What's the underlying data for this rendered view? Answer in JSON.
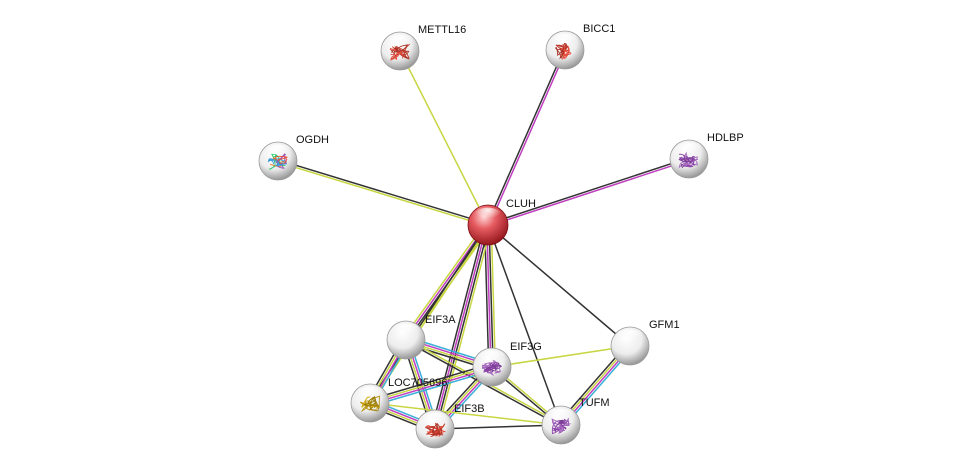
{
  "network": {
    "nodes": [
      {
        "id": "CLUH",
        "label": "CLUH",
        "query": true,
        "structure": "none"
      },
      {
        "id": "METTL16",
        "label": "METTL16",
        "query": false,
        "structure": "red"
      },
      {
        "id": "BICC1",
        "label": "BICC1",
        "query": false,
        "structure": "red"
      },
      {
        "id": "OGDH",
        "label": "OGDH",
        "query": false,
        "structure": "rainbow"
      },
      {
        "id": "HDLBP",
        "label": "HDLBP",
        "query": false,
        "structure": "purple"
      },
      {
        "id": "EIF3A",
        "label": "EIF3A",
        "query": false,
        "structure": "none"
      },
      {
        "id": "EIF3G",
        "label": "EIF3G",
        "query": false,
        "structure": "purple"
      },
      {
        "id": "GFM1",
        "label": "GFM1",
        "query": false,
        "structure": "none"
      },
      {
        "id": "LOC705696",
        "label": "LOC705696",
        "query": false,
        "structure": "gold"
      },
      {
        "id": "EIF3B",
        "label": "EIF3B",
        "query": false,
        "structure": "red"
      },
      {
        "id": "TUFM",
        "label": "TUFM",
        "query": false,
        "structure": "purple"
      }
    ],
    "edges": [
      {
        "source": "CLUH",
        "target": "METTL16",
        "evidence": [
          "textmining"
        ]
      },
      {
        "source": "CLUH",
        "target": "BICC1",
        "evidence": [
          "coexpression",
          "experiments"
        ]
      },
      {
        "source": "CLUH",
        "target": "OGDH",
        "evidence": [
          "textmining",
          "coexpression"
        ]
      },
      {
        "source": "CLUH",
        "target": "HDLBP",
        "evidence": [
          "coexpression",
          "experiments"
        ]
      },
      {
        "source": "CLUH",
        "target": "EIF3A",
        "evidence": [
          "textmining",
          "coexpression",
          "experiments",
          "textmining"
        ]
      },
      {
        "source": "CLUH",
        "target": "EIF3G",
        "evidence": [
          "textmining",
          "coexpression",
          "experiments",
          "coexpression"
        ]
      },
      {
        "source": "CLUH",
        "target": "GFM1",
        "evidence": [
          "coexpression"
        ]
      },
      {
        "source": "CLUH",
        "target": "LOC705696",
        "evidence": [
          "textmining",
          "coexpression"
        ]
      },
      {
        "source": "CLUH",
        "target": "EIF3B",
        "evidence": [
          "textmining",
          "coexpression",
          "experiments",
          "coexpression"
        ]
      },
      {
        "source": "CLUH",
        "target": "TUFM",
        "evidence": [
          "coexpression"
        ]
      },
      {
        "source": "EIF3A",
        "target": "EIF3G",
        "evidence": [
          "databases",
          "experiments",
          "textmining",
          "coexpression"
        ]
      },
      {
        "source": "EIF3A",
        "target": "LOC705696",
        "evidence": [
          "databases",
          "experiments",
          "textmining",
          "coexpression"
        ]
      },
      {
        "source": "EIF3A",
        "target": "EIF3B",
        "evidence": [
          "databases",
          "experiments",
          "textmining",
          "coexpression"
        ]
      },
      {
        "source": "EIF3A",
        "target": "TUFM",
        "evidence": [
          "textmining",
          "coexpression"
        ]
      },
      {
        "source": "EIF3G",
        "target": "LOC705696",
        "evidence": [
          "databases",
          "experiments",
          "textmining",
          "coexpression"
        ]
      },
      {
        "source": "EIF3G",
        "target": "EIF3B",
        "evidence": [
          "databases",
          "experiments",
          "textmining",
          "coexpression"
        ]
      },
      {
        "source": "EIF3G",
        "target": "GFM1",
        "evidence": [
          "textmining"
        ]
      },
      {
        "source": "EIF3G",
        "target": "TUFM",
        "evidence": [
          "textmining",
          "coexpression"
        ]
      },
      {
        "source": "LOC705696",
        "target": "EIF3B",
        "evidence": [
          "databases",
          "experiments",
          "textmining",
          "coexpression"
        ]
      },
      {
        "source": "LOC705696",
        "target": "TUFM",
        "evidence": [
          "textmining"
        ]
      },
      {
        "source": "EIF3B",
        "target": "TUFM",
        "evidence": [
          "coexpression"
        ]
      },
      {
        "source": "GFM1",
        "target": "TUFM",
        "evidence": [
          "databases",
          "experiments",
          "textmining",
          "coexpression"
        ]
      }
    ],
    "evidence_colors": {
      "textmining": "#c8d641",
      "coexpression": "#333333",
      "experiments": "#c03ec0",
      "databases": "#3ab0d8"
    },
    "colors": {
      "query_node": "#d9202a",
      "node": "#dcdcdc",
      "background": "#ffffff",
      "label": "#111111"
    }
  }
}
